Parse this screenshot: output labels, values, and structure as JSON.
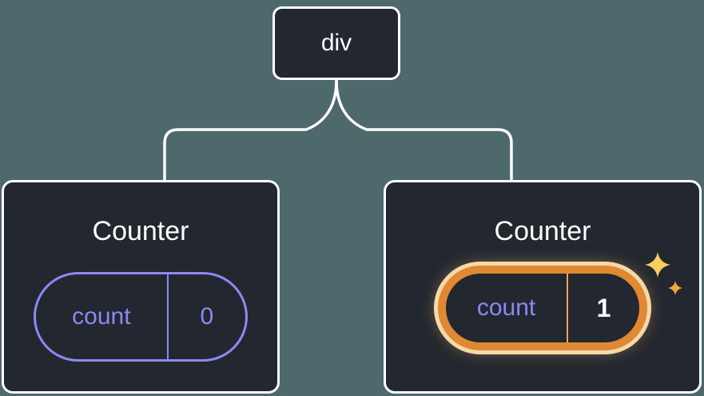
{
  "diagram": {
    "description": "Component tree: a div parent with two Counter children, each holding a count state pill; the second Counter's state is highlighted as updated",
    "tree": {
      "root": {
        "label": "div"
      },
      "children": [
        {
          "title": "Counter",
          "state": {
            "key": "count",
            "value": "0"
          },
          "highlighted": false
        },
        {
          "title": "Counter",
          "state": {
            "key": "count",
            "value": "1"
          },
          "highlighted": true
        }
      ]
    },
    "icons": [
      {
        "name": "sparkles-icon",
        "meaning": "state just updated"
      }
    ],
    "colors": {
      "background": "#4e696c",
      "node_fill": "#23272f",
      "node_border": "#ffffff",
      "state_accent_purple": "#8e88f2",
      "highlight_orange": "#e08935",
      "highlight_cream": "#f6d9a8",
      "highlight_divider": "#eda94f",
      "sparkle_gold": "#f6c244",
      "text_white": "#ffffff"
    }
  }
}
